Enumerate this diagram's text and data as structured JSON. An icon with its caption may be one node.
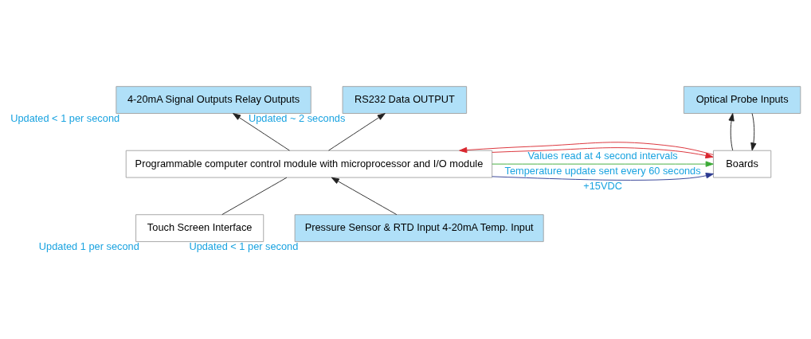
{
  "diagram": {
    "nodes": [
      {
        "text": [
          "4-20mA Signal Outputs Relay Outputs"
        ],
        "beside": [
          "Updated < 1 per second"
        ]
      },
      {
        "text": [
          "RS232 Data OUTPUT"
        ],
        "beside": [
          "Updated ~ 2 seconds"
        ]
      },
      {
        "text": [
          "Optical Probe Inputs"
        ]
      },
      {
        "text": [
          "Programmable computer control module with microprocessor and I/O module"
        ]
      },
      {
        "text": [
          "Boards"
        ]
      },
      {
        "text": [
          "Touch Screen Interface"
        ],
        "beside": [
          "Updated 1 per second"
        ]
      },
      {
        "text": [
          "Pressure Sensor & RTD Input 4-20mA Temp. Input"
        ],
        "beside": [
          "Updated < 1 per second"
        ]
      }
    ],
    "edges": [
      {
        "from": 3,
        "to": 0,
        "arrow": "to"
      },
      {
        "from": 3,
        "to": 1,
        "arrow": "to"
      },
      {
        "from": 2,
        "to": 4,
        "arrow": "to"
      },
      {
        "from": 4,
        "to": 2,
        "arrow": "to"
      },
      {
        "from": 3,
        "to": 4,
        "arrow": "to",
        "label": "Values read at 4 second intervals",
        "color": "#d9262e"
      },
      {
        "from": 4,
        "to": 3,
        "arrow": "to",
        "color": "#d9262e"
      },
      {
        "from": 3,
        "to": 4,
        "arrow": "to",
        "label": "+15VDC",
        "color": "#2b3990"
      },
      {
        "from": 3,
        "to": 4,
        "arrow": "to",
        "label": "Temperature update sent every 60 seconds",
        "color": "#3aaa35"
      },
      {
        "from": 5,
        "to": 3,
        "arrow": "none"
      },
      {
        "from": 6,
        "to": 3,
        "arrow": "to"
      }
    ]
  }
}
